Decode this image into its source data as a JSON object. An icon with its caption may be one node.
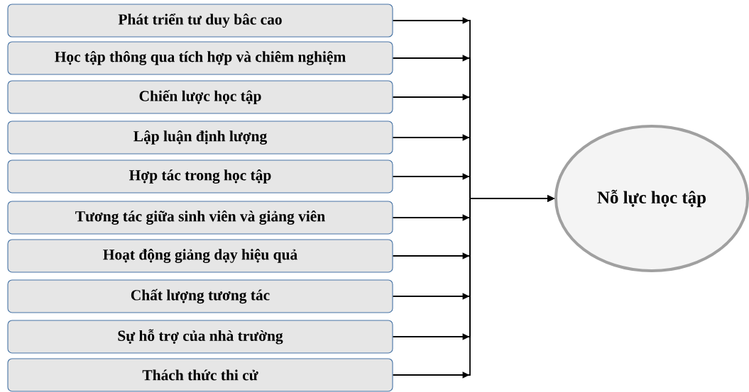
{
  "diagram": {
    "nodes": [
      {
        "text": [
          "Phát triển tư duy bâc cao"
        ]
      },
      {
        "text": [
          "Học tập thông qua tích hợp và chiêm nghiệm"
        ]
      },
      {
        "text": [
          "Chiến lược học tập"
        ]
      },
      {
        "text": [
          "Lập luận định lượng"
        ]
      },
      {
        "text": [
          "Hợp tác trong học tập"
        ]
      },
      {
        "text": [
          "Tương tác giữa sinh viên và giảng viên"
        ]
      },
      {
        "text": [
          "Hoạt động giảng dạy hiệu quả"
        ]
      },
      {
        "text": [
          "Chất lượng tương tác"
        ]
      },
      {
        "text": [
          "Sự hỗ trợ của nhà trường"
        ]
      },
      {
        "text": [
          "Thách thức thi cử"
        ]
      },
      {
        "text": [
          "Nỗ lực học tập"
        ]
      }
    ],
    "edges": [
      {
        "from": 0,
        "to": 10,
        "arrow": "to"
      },
      {
        "from": 1,
        "to": 10,
        "arrow": "to"
      },
      {
        "from": 2,
        "to": 10,
        "arrow": "to"
      },
      {
        "from": 3,
        "to": 10,
        "arrow": "to"
      },
      {
        "from": 4,
        "to": 10,
        "arrow": "to"
      },
      {
        "from": 5,
        "to": 10,
        "arrow": "to"
      },
      {
        "from": 6,
        "to": 10,
        "arrow": "to"
      },
      {
        "from": 7,
        "to": 10,
        "arrow": "to"
      },
      {
        "from": 8,
        "to": 10,
        "arrow": "to"
      },
      {
        "from": 9,
        "to": 10,
        "arrow": "to"
      }
    ]
  }
}
